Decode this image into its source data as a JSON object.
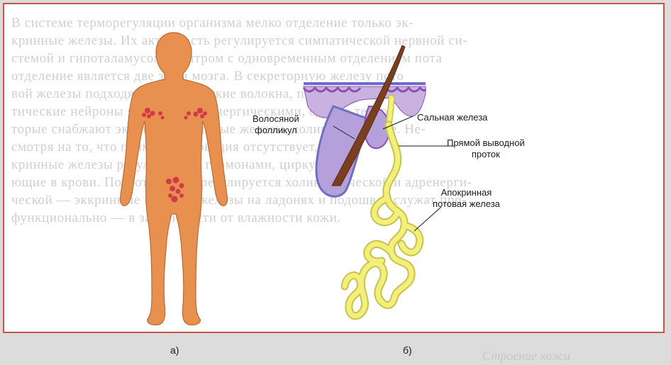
{
  "background_text": [
    "В системе терморегуляции организма мелко отделение только эк-",
    "кринные железы. Их активность регулируется симпатической нервной си-",
    "стемой и гипоталамусом. Центром с одновременным отделением пота",
    "отделение является две зоны мозга. В секреторную железу пото",
    "вой железы подходят симпатические волокна, почти все симпа-",
    "тические нейроны являются адренергическими, однако те, ко-",
    "торые снабжают эккринные потовые железы, холинергические. Не-",
    "смотря на то, что прямая иннервация отсутствует, эк-",
    "кринные железы регулируются гормонами, циркулиру-",
    "ющие в крови. Потоотделение регулируется холинергической и адренерги-",
    "ческой — эккринные потовые железы на ладонях и подошвах служат про-",
    "функционально — в зависимости от влажности кожи."
  ],
  "background_heading": "Строение кожи",
  "labels": {
    "hair_follicle_1": "Волосяной",
    "hair_follicle_2": "фолликул",
    "sebaceous_gland": "Сальная железа",
    "duct_1": "Прямой выводной",
    "duct_2": "проток",
    "apocrine_1": "Апокринная",
    "apocrine_2": "потовая железа"
  },
  "captions": {
    "a": "а)",
    "b": "б)"
  },
  "colors": {
    "body_fill": "#e89050",
    "body_stroke": "#b86a30",
    "gland_spot": "#d23a4a",
    "skin_purple": "#8a4fb0",
    "skin_lilac": "#c9b2e0",
    "hair": "#7a3e20",
    "follicle_blue": "#6f6fc0",
    "tube_fill": "#f2f07a",
    "tube_stroke": "#c9c24a",
    "frame": "#c5564a"
  }
}
